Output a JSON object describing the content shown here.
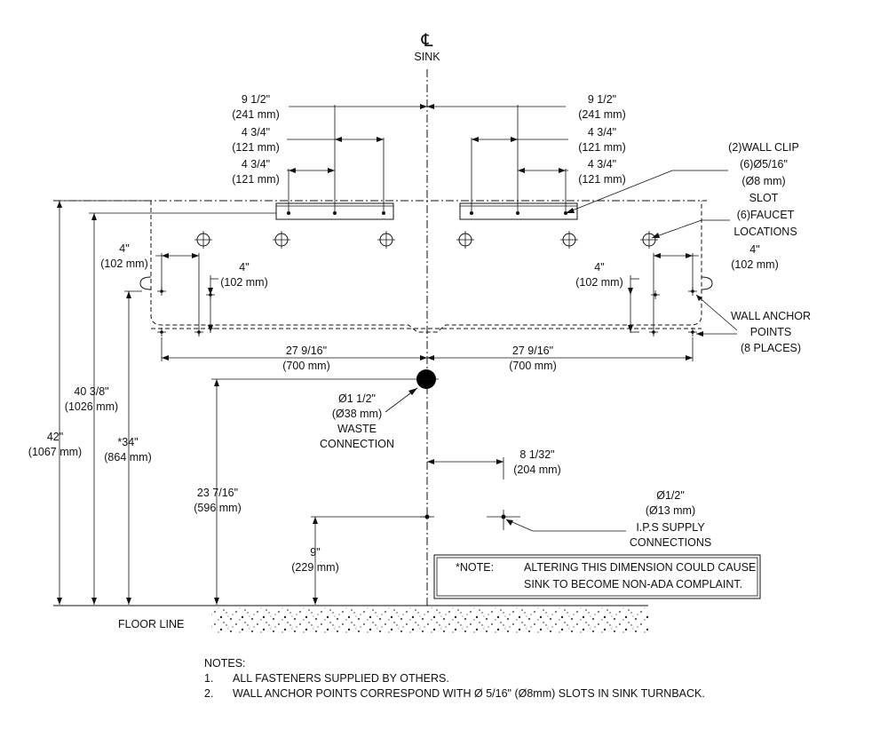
{
  "centerline": {
    "symbol": "℄",
    "label": "SINK"
  },
  "dims": {
    "top_left_95": [
      "9 1/2\"",
      "(241 mm)"
    ],
    "top_left_434_a": [
      "4 3/4\"",
      "(121 mm)"
    ],
    "top_left_434_b": [
      "4 3/4\"",
      "(121 mm)"
    ],
    "top_right_95": [
      "9 1/2\"",
      "(241 mm)"
    ],
    "top_right_434_a": [
      "4 3/4\"",
      "(121 mm)"
    ],
    "top_right_434_b": [
      "4 3/4\"",
      "(121 mm)"
    ],
    "left_4_outer": [
      "4\"",
      "(102 mm)"
    ],
    "left_4_inner": [
      "4\"",
      "(102 mm)"
    ],
    "right_4_outer": [
      "4\"",
      "(102 mm)"
    ],
    "right_4_inner": [
      "4\"",
      "(102 mm)"
    ],
    "left_27": [
      "27 9/16\"",
      "(700 mm)"
    ],
    "right_27": [
      "27 9/16\"",
      "(700 mm)"
    ],
    "h_42": [
      "42\"",
      "(1067 mm)"
    ],
    "h_40": [
      "40 3/8\"",
      "(1026 mm)"
    ],
    "h_34": [
      "*34\"",
      "(864 mm)"
    ],
    "h_23": [
      "23 7/16\"",
      "(596 mm)"
    ],
    "h_9": [
      "9\"",
      "(229 mm)"
    ],
    "supply_offset": [
      "8 1/32\"",
      "(204 mm)"
    ]
  },
  "callouts": {
    "wall_clip": [
      "(2)WALL CLIP",
      "(6)Ø5/16\"",
      "(Ø8 mm)",
      "SLOT"
    ],
    "faucet": [
      "(6)FAUCET",
      "LOCATIONS"
    ],
    "wall_anchor": [
      "WALL ANCHOR",
      "POINTS",
      "(8 PLACES)"
    ],
    "waste": [
      "Ø1  1/2\"",
      "(Ø38 mm)",
      "WASTE",
      "CONNECTION"
    ],
    "supply": [
      "Ø1/2\"",
      "(Ø13 mm)",
      "I.P.S SUPPLY",
      "CONNECTIONS"
    ]
  },
  "note_box": {
    "label": "*NOTE:",
    "lines": [
      "ALTERING THIS DIMENSION COULD CAUSE",
      "SINK TO BECOME NON-ADA COMPLAINT."
    ]
  },
  "floor_line": "FLOOR LINE",
  "notes": {
    "title": "NOTES:",
    "items": [
      {
        "num": "1.",
        "text": "ALL FASTENERS SUPPLIED BY OTHERS."
      },
      {
        "num": "2.",
        "text": "WALL ANCHOR POINTS CORRESPOND WITH Ø 5/16\" (Ø8mm) SLOTS IN SINK TURNBACK."
      }
    ]
  }
}
